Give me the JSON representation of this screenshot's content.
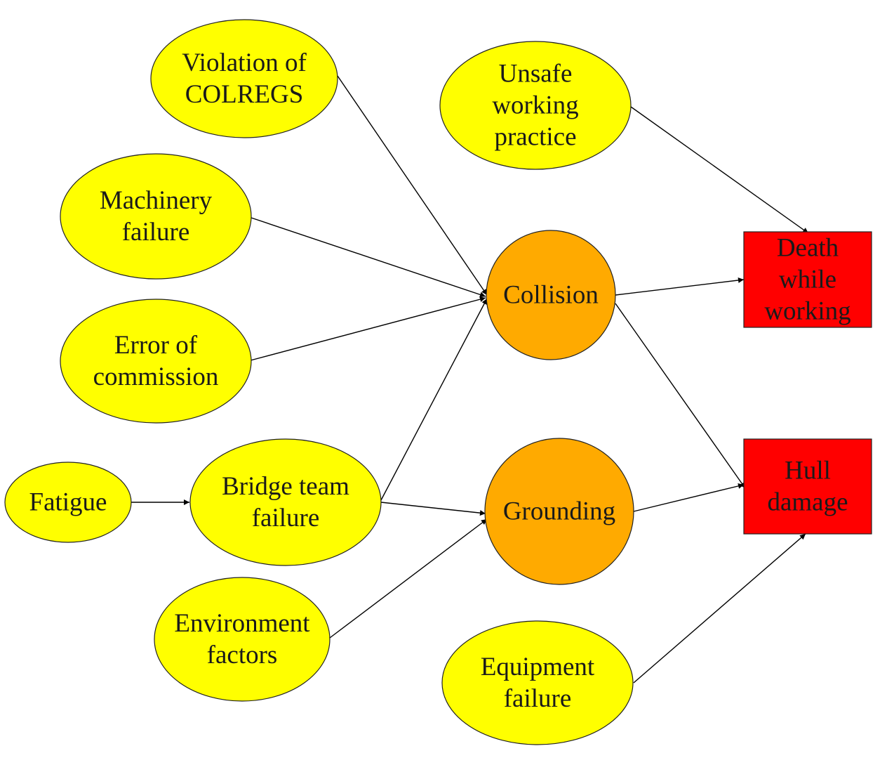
{
  "colors": {
    "cause_fill": "#ffff00",
    "event_fill": "#ffaa00",
    "consequence_fill": "#ff0000",
    "edge": "#000000"
  },
  "nodes": [
    {
      "id": "violation",
      "kind": "cause",
      "lines": [
        "Violation of",
        "COLREGS"
      ]
    },
    {
      "id": "unsafe",
      "kind": "cause",
      "lines": [
        "Unsafe",
        "working",
        "practice"
      ]
    },
    {
      "id": "machinery",
      "kind": "cause",
      "lines": [
        "Machinery",
        "failure"
      ]
    },
    {
      "id": "error",
      "kind": "cause",
      "lines": [
        "Error of",
        "commission"
      ]
    },
    {
      "id": "fatigue",
      "kind": "cause",
      "lines": [
        "Fatigue"
      ]
    },
    {
      "id": "bridge",
      "kind": "cause",
      "lines": [
        "Bridge team",
        "failure"
      ]
    },
    {
      "id": "environment",
      "kind": "cause",
      "lines": [
        "Environment",
        "factors"
      ]
    },
    {
      "id": "equipment",
      "kind": "cause",
      "lines": [
        "Equipment",
        "failure"
      ]
    },
    {
      "id": "collision",
      "kind": "event",
      "lines": [
        "Collision"
      ]
    },
    {
      "id": "grounding",
      "kind": "event",
      "lines": [
        "Grounding"
      ]
    },
    {
      "id": "death",
      "kind": "consequence",
      "lines": [
        "Death",
        "while",
        "working"
      ]
    },
    {
      "id": "hull",
      "kind": "consequence",
      "lines": [
        "Hull",
        "damage"
      ]
    }
  ],
  "edges": [
    {
      "from": "violation",
      "to": "collision"
    },
    {
      "from": "machinery",
      "to": "collision"
    },
    {
      "from": "error",
      "to": "collision"
    },
    {
      "from": "bridge",
      "to": "collision"
    },
    {
      "from": "fatigue",
      "to": "bridge"
    },
    {
      "from": "bridge",
      "to": "grounding"
    },
    {
      "from": "environment",
      "to": "grounding"
    },
    {
      "from": "unsafe",
      "to": "death"
    },
    {
      "from": "collision",
      "to": "death"
    },
    {
      "from": "collision",
      "to": "hull"
    },
    {
      "from": "grounding",
      "to": "hull"
    },
    {
      "from": "equipment",
      "to": "hull"
    }
  ]
}
